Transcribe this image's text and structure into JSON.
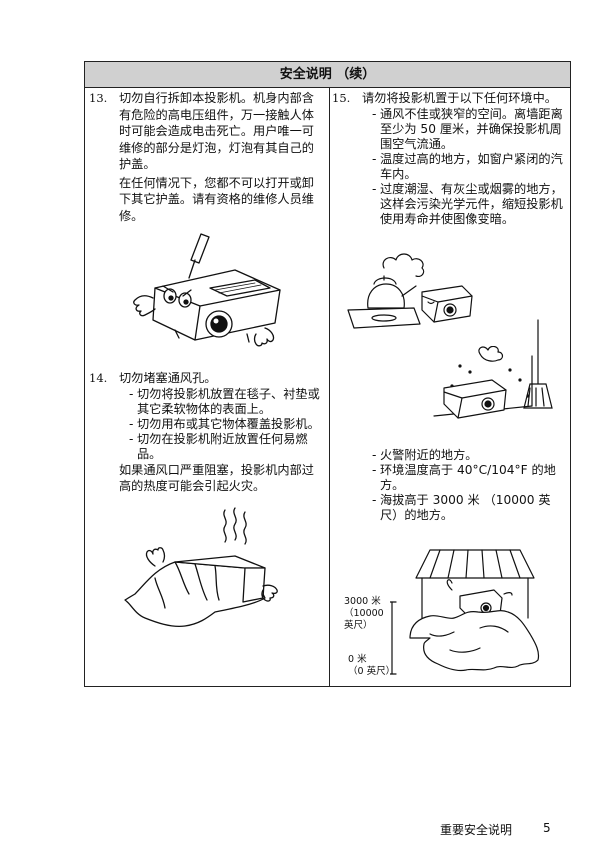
{
  "table": {
    "header": "安全说明 （续）"
  },
  "item13": {
    "number": "13.",
    "para1": "切勿自行拆卸本投影机。机身内部含有危险的高电压组件，万一接触人体时可能会造成电击死亡。用户唯一可维修的部分是灯泡，灯泡有其自己的护盖。",
    "para2": "在任何情况下，您都不可以打开或卸下其它护盖。请有资格的维修人员维修。"
  },
  "item14": {
    "number": "14.",
    "intro": "切勿堵塞通风孔。",
    "bullets": [
      "切勿将投影机放置在毯子、衬垫或其它柔软物体的表面上。",
      "切勿用布或其它物体覆盖投影机。",
      "切勿在投影机附近放置任何易燃品。"
    ],
    "outro": "如果通风口严重阻塞，投影机内部过高的热度可能会引起火灾。"
  },
  "item15": {
    "number": "15.",
    "intro": "请勿将投影机置于以下任何环境中。",
    "bullets_top": [
      "通风不佳或狭窄的空间。离墙距离至少为 50 厘米，并确保投影机周围空气流通。",
      "温度过高的地方，如窗户紧闭的汽车内。",
      "过度潮湿、有灰尘或烟雾的地方，这样会污染光学元件，缩短投影机使用寿命并使图像变暗。"
    ],
    "bullets_bottom": [
      "火警附近的地方。",
      "环境温度高于 40°C/104°F 的地方。",
      "海拔高于 3000 米 （10000 英尺）的地方。"
    ],
    "altitude_top": [
      "3000 米",
      "（10000",
      "英尺）"
    ],
    "altitude_bottom": [
      "0 米",
      "（0 英尺）"
    ]
  },
  "footer": {
    "section": "重要安全说明",
    "page": "5"
  }
}
